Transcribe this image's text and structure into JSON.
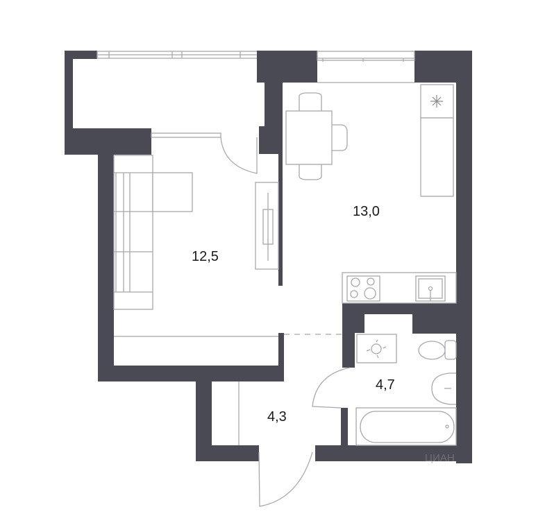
{
  "plan": {
    "type": "apartment-floor-plan",
    "colors": {
      "wall": "#4a4a55",
      "fixture_line": "#a8a8ae",
      "label_text": "#1a1a1a",
      "background": "#ffffff"
    },
    "rooms": [
      {
        "id": "living-room",
        "area": "12,5"
      },
      {
        "id": "kitchen",
        "area": "13,0"
      },
      {
        "id": "bathroom",
        "area": "4,7"
      },
      {
        "id": "hallway",
        "area": "4,3"
      }
    ],
    "fixtures": [
      "sofa",
      "tv-stand",
      "dining-table",
      "chairs",
      "refrigerator",
      "kitchen-counter",
      "cooktop",
      "kitchen-sink",
      "washing-machine",
      "toilet",
      "washbasin",
      "bathtub",
      "wardrobe",
      "balcony",
      "entrance-door"
    ],
    "watermark": "ЦИАН"
  }
}
